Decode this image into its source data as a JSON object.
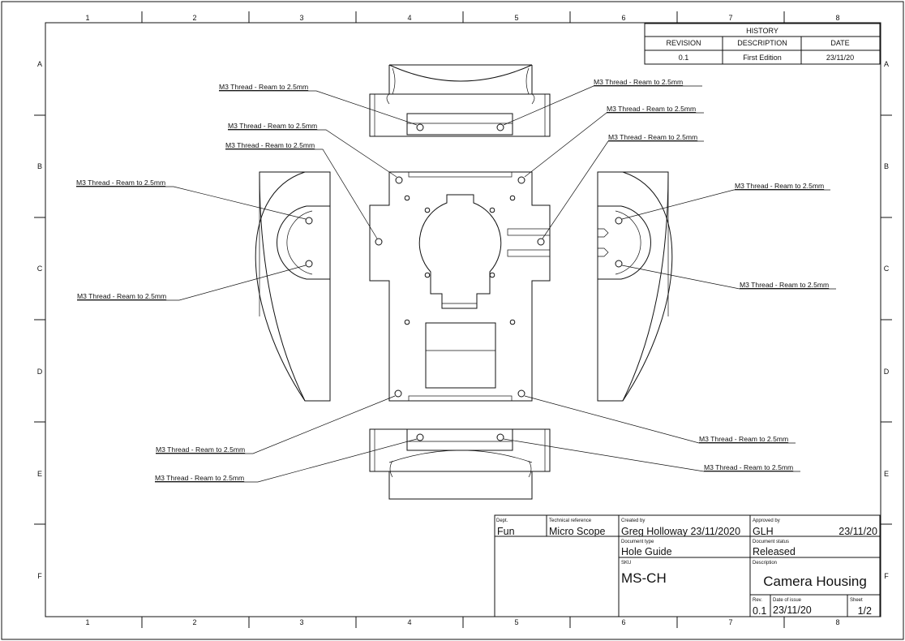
{
  "border": {
    "columns": [
      "1",
      "2",
      "3",
      "4",
      "5",
      "6",
      "7",
      "8"
    ],
    "rows": [
      "A",
      "B",
      "C",
      "D",
      "E",
      "F"
    ]
  },
  "history": {
    "title": "HISTORY",
    "headers": [
      "REVISION",
      "DESCRIPTION",
      "DATE"
    ],
    "rows": [
      [
        "0.1",
        "First Edition",
        "23/11/20"
      ]
    ]
  },
  "callouts": {
    "c1": "M3 Thread - Ream to 2.5mm",
    "c2": "M3 Thread - Ream to 2.5mm",
    "c3": "M3 Thread - Ream to 2.5mm",
    "c4": "M3 Thread - Ream to 2.5mm",
    "c5": "M3 Thread - Ream to 2.5mm",
    "c6": "M3 Thread - Ream to 2.5mm",
    "c7": "M3 Thread - Ream to 2.5mm",
    "c8": "M3 Thread - Ream to 2.5mm",
    "c9": "M3 Thread - Ream to 2.5mm",
    "c10": "M3 Thread - Ream to 2.5mm",
    "c11": "M3 Thread - Ream to 2.5mm",
    "c12": "M3 Thread - Ream to 2.5mm",
    "c13": "M3 Thread - Ream to 2.5mm",
    "c14": "M3 Thread - Ream to 2.5mm"
  },
  "title_block": {
    "dept_label": "Dept.",
    "dept_value": "Fun",
    "techref_label": "Technical reference",
    "techref_value": "Micro Scope",
    "created_label": "Created by",
    "created_value": "Greg Holloway  23/11/2020",
    "approved_label": "Approved by",
    "approved_value": "GLH",
    "approved_date": "23/11/20",
    "doctype_label": "Document type",
    "doctype_value": "Hole Guide",
    "docstatus_label": "Document status",
    "docstatus_value": "Released",
    "sku_label": "SKU",
    "sku_value": "MS-CH",
    "description_label": "Description",
    "description_value": "Camera Housing",
    "rev_label": "Rev.",
    "rev_value": "0.1",
    "issue_label": "Date of issue",
    "issue_value": "23/11/20",
    "sheet_label": "Sheet",
    "sheet_value": "1/2"
  }
}
